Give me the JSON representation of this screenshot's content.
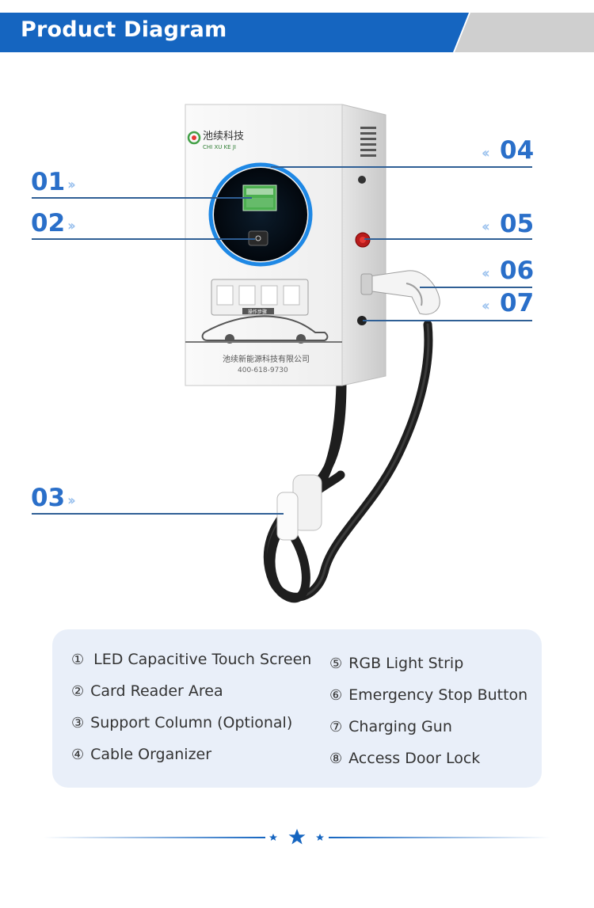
{
  "header": {
    "title": "Product Diagram",
    "bar_color": "#1565c0",
    "accent_color": "#c9c9c9"
  },
  "product": {
    "brand_cn": "池续科技",
    "brand_en": "CHI XU KE JI",
    "company_cn": "池续新能源科技有限公司",
    "phone": "400-618-9730",
    "steps_label": "操作步骤"
  },
  "callouts": [
    {
      "num": "01",
      "arrow": "››"
    },
    {
      "num": "02",
      "arrow": "››"
    },
    {
      "num": "03",
      "arrow": "››"
    },
    {
      "num": "04",
      "arrow": "‹‹"
    },
    {
      "num": "05",
      "arrow": "‹‹"
    },
    {
      "num": "06",
      "arrow": "‹‹"
    },
    {
      "num": "07",
      "arrow": "‹‹"
    }
  ],
  "legend": {
    "left": [
      {
        "num": "①",
        "label": "LED Capacitive Touch Screen"
      },
      {
        "num": "②",
        "label": "Card Reader Area"
      },
      {
        "num": "③",
        "label": "Support Column (Optional)"
      },
      {
        "num": "④",
        "label": "Cable Organizer"
      }
    ],
    "right": [
      {
        "num": "⑤",
        "label": "RGB Light Strip"
      },
      {
        "num": "⑥",
        "label": "Emergency Stop Button"
      },
      {
        "num": "⑦",
        "label": "Charging Gun"
      },
      {
        "num": "⑧",
        "label": "Access Door Lock"
      }
    ]
  },
  "colors": {
    "callout": "#2a6fc9",
    "line": "#2f5f95",
    "card": "#e9eff9",
    "ring": "#1e88e5"
  },
  "icons": [
    "star-icon",
    "chevron-right-icon",
    "chevron-left-icon"
  ]
}
